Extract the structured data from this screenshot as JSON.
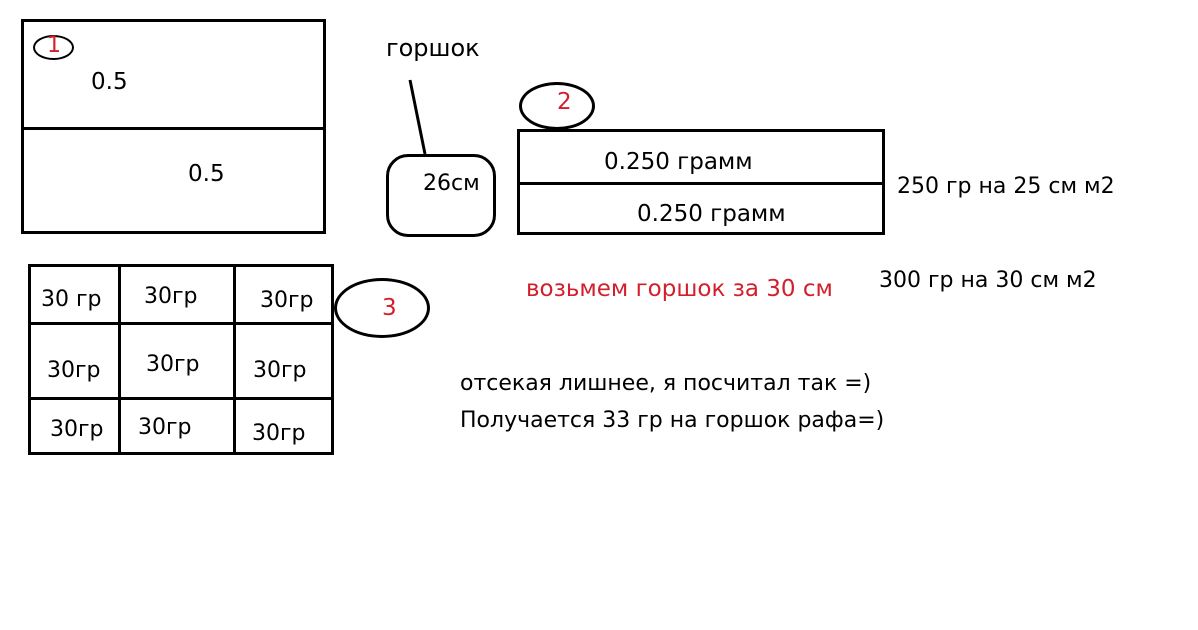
{
  "fig1": {
    "marker": "1",
    "top_half": "0.5",
    "bottom_half": "0.5"
  },
  "pot": {
    "label": "горшок",
    "size": "26см"
  },
  "fig2": {
    "marker": "2",
    "top_row": "0.250 грамм",
    "bottom_row": "0.250 грамм",
    "side_note": "250 гр на 25 см м2"
  },
  "fig3": {
    "marker": "3",
    "cells": [
      [
        "30 гр",
        "30гр",
        "30гр"
      ],
      [
        "30гр",
        "30гр",
        "30гр"
      ],
      [
        "30гр",
        "30гр",
        "30гр"
      ]
    ]
  },
  "notes": {
    "red_note": "возьмем горшок за 30 см",
    "note_30": "300 гр на 30 см м2",
    "line1": "отсекая лишнее, я посчитал так =)",
    "line2": "Получается 33 гр на горшок рафа=)"
  },
  "colors": {
    "ink": "#000000",
    "red": "#d21f2b",
    "background": "#ffffff"
  }
}
